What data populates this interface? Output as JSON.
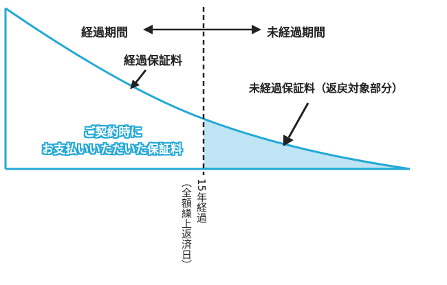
{
  "labels": {
    "elapsed_period": "経過期間",
    "unelapsed_period": "未経過期間",
    "elapsed_fee": "経過保証料",
    "unelapsed_fee": "未経過保証料（返戻対象部分）",
    "paid_at_contract_line1": "ご契約時に",
    "paid_at_contract_line2": "お支払いいただいた保証料",
    "years_elapsed": "15年経過",
    "full_prepayment_date": "（全額繰上返済日）"
  },
  "colors": {
    "curve": "#22a8d6",
    "fill": "#bfe4f3",
    "axis": "#22a8d6",
    "divider": "#222222",
    "text": "#222222"
  }
}
